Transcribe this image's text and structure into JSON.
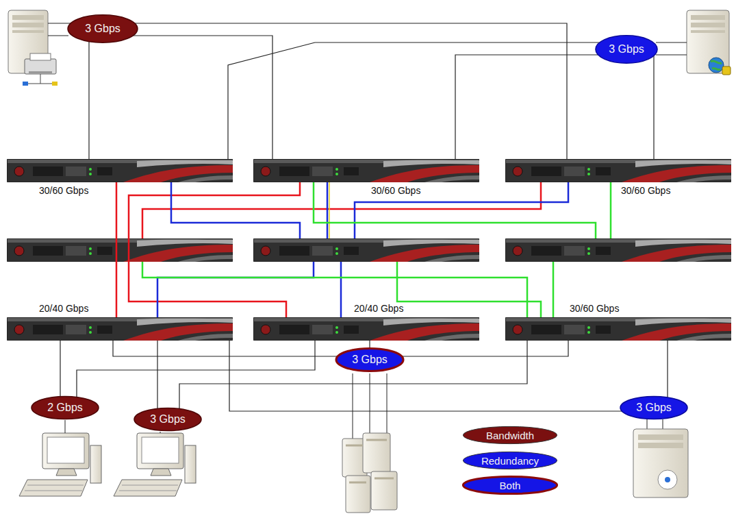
{
  "diagram": {
    "nodes": [
      {
        "text": [
          "3 Gbps"
        ]
      },
      {
        "text": [
          "3 Gbps"
        ]
      },
      {
        "text": [
          "30/60 Gbps"
        ]
      },
      {
        "text": [
          "30/60 Gbps"
        ]
      },
      {
        "text": [
          "30/60 Gbps"
        ]
      },
      {
        "text": [
          "20/40 Gbps"
        ]
      },
      {
        "text": [
          "20/40 Gbps"
        ]
      },
      {
        "text": [
          "30/60 Gbps"
        ]
      },
      {
        "text": [
          "3 Gbps"
        ]
      },
      {
        "text": [
          "2 Gbps"
        ]
      },
      {
        "text": [
          "3 Gbps"
        ]
      },
      {
        "text": [
          "3 Gbps"
        ]
      }
    ],
    "edges": [
      {
        "from": 0,
        "to": 2,
        "arrow": "none"
      },
      {
        "from": 0,
        "to": 3,
        "arrow": "none"
      },
      {
        "from": 0,
        "to": 4,
        "arrow": "none"
      },
      {
        "from": 1,
        "to": 2,
        "arrow": "none"
      },
      {
        "from": 1,
        "to": 3,
        "arrow": "none"
      },
      {
        "from": 1,
        "to": 4,
        "arrow": "none"
      },
      {
        "from": 9,
        "to": 5,
        "arrow": "none"
      },
      {
        "from": 9,
        "to": 6,
        "arrow": "none"
      },
      {
        "from": 10,
        "to": 5,
        "arrow": "none"
      },
      {
        "from": 10,
        "to": 7,
        "arrow": "none"
      },
      {
        "from": 8,
        "to": 5,
        "arrow": "none"
      },
      {
        "from": 8,
        "to": 6,
        "arrow": "none"
      },
      {
        "from": 8,
        "to": 7,
        "arrow": "none"
      },
      {
        "from": 11,
        "to": 7,
        "arrow": "none"
      },
      {
        "from": 11,
        "to": 5,
        "arrow": "none"
      }
    ],
    "legend": [
      {
        "text": "Bandwidth",
        "color": "#7a1010"
      },
      {
        "text": "Redundancy",
        "color": "#1515e6"
      },
      {
        "text": "Both"
      }
    ]
  }
}
